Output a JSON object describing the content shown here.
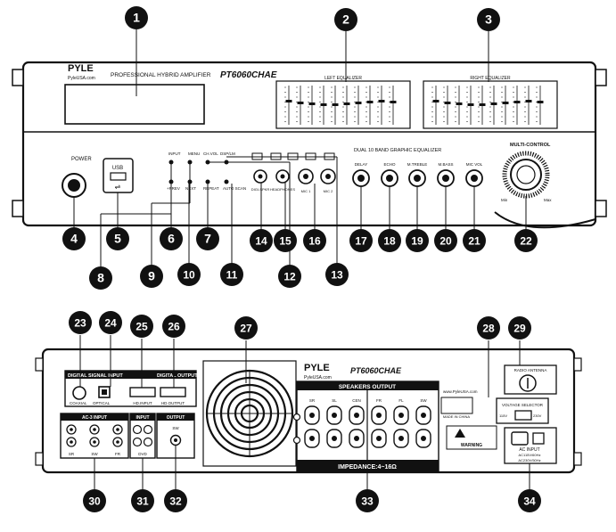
{
  "callout_color": "#111111",
  "front": {
    "brand": "PYLE",
    "site": "PyleUSA.com",
    "title": "PROFESSIONAL HYBRID AMPLIFIER",
    "model": "PT6060CHAE",
    "left_eq_label": "LEFT EQUALIZER",
    "right_eq_label": "RIGHT EQUALIZER",
    "power_label": "POWER",
    "usb_label": "USB",
    "button_labels": [
      "INPUT",
      "MENU",
      "CH.VOL",
      "DSP/LM",
      "+PREV",
      "NEXT",
      "REPEAT",
      "AUTO SCAN"
    ],
    "jack_labels": [
      "DIGI-SPKR",
      "HEADPHONES",
      "MIC 1",
      "MIC 2"
    ],
    "dual_eq_label": "DUAL 10 BAND GRAPHIC EQUALIZER",
    "knob_labels": [
      "DELAY",
      "ECHO",
      "M.TREBLE",
      "M.BASS",
      "MIC VOL"
    ],
    "multi_label": "MULTI-CONTROL",
    "multi_min": "Min",
    "multi_max": "Max"
  },
  "rear": {
    "brand": "PYLE",
    "site": "PyleUSA.com",
    "model": "PT6060CHAE",
    "digital_input": "DIGITAL SIGNAL INPUT",
    "coaxial": "COAXIAL",
    "optical": "OPTICAL",
    "hd_input": "HD.INPUT",
    "digital_output": "DIGITAL OUTPUT",
    "hd_output": "HD.OUTPUT",
    "ac3_input": "AC-3 INPUT",
    "ac3_bottom": [
      "SR",
      "SW",
      "FR"
    ],
    "input": "INPUT",
    "dvd": "DVD",
    "output": "OUTPUT",
    "sw": "SW",
    "speakers_output": "SPEAKERS OUTPUT",
    "impedance": "IMPEDANCE:4~16Ω",
    "spk_top": [
      "SR",
      "SL",
      "CEN",
      "FR",
      "FL",
      "SW"
    ],
    "site2": "www.PyleUSA.com",
    "made_in": "MADE IN CHINA",
    "warning": "WARNING",
    "radio_antenna": "RADIO ANTENNA",
    "voltage_selector": "VOLTAGE SELECTOR",
    "v115": "115V",
    "v230": "230V",
    "ac_input": "AC INPUT",
    "ac_spec1": "AC115V/60Hz",
    "ac_spec2": "AC230V/50Hz"
  },
  "callouts": [
    "1",
    "2",
    "3",
    "4",
    "5",
    "6",
    "7",
    "8",
    "9",
    "10",
    "11",
    "12",
    "13",
    "14",
    "15",
    "16",
    "17",
    "18",
    "19",
    "20",
    "21",
    "22",
    "23",
    "24",
    "25",
    "26",
    "27",
    "28",
    "29",
    "30",
    "31",
    "32",
    "33",
    "34"
  ]
}
